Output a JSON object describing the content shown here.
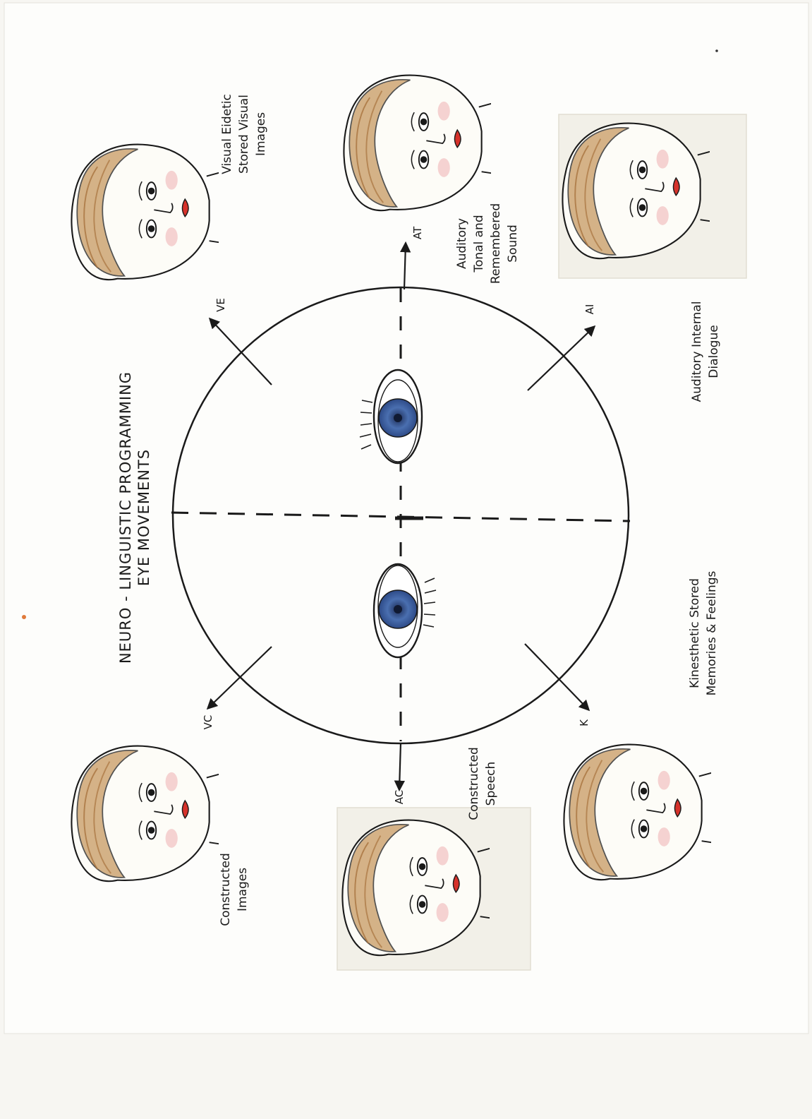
{
  "title": {
    "line1": "NEURO - LINGUISTIC PROGRAMMING",
    "line2": "EYE MOVEMENTS"
  },
  "axes": {
    "ve": "VE",
    "vc": "VC",
    "at": "AT",
    "ac": "AC",
    "ai": "AI",
    "k": "K"
  },
  "labels": {
    "visual_eidetic": [
      "Visual Eidetic",
      "Stored Visual",
      "Images"
    ],
    "auditory_tonal": [
      "Auditory",
      "Tonal and",
      "Remembered",
      "Sound"
    ],
    "auditory_internal": [
      "Auditory Internal",
      "Dialogue"
    ],
    "kinesthetic": [
      "Kinesthetic Stored",
      "Memories & Feelings"
    ],
    "constructed_speech": [
      "Constructed",
      "Speech"
    ],
    "constructed_images": [
      "Constructed",
      "Images"
    ]
  },
  "colors": {
    "paper": "#fdfdfb",
    "ink": "#1a1a1a",
    "iris": "#4a6fb0",
    "hair": "#c79a62",
    "lips": "#d6322b",
    "cheek": "#f3c7c7"
  }
}
